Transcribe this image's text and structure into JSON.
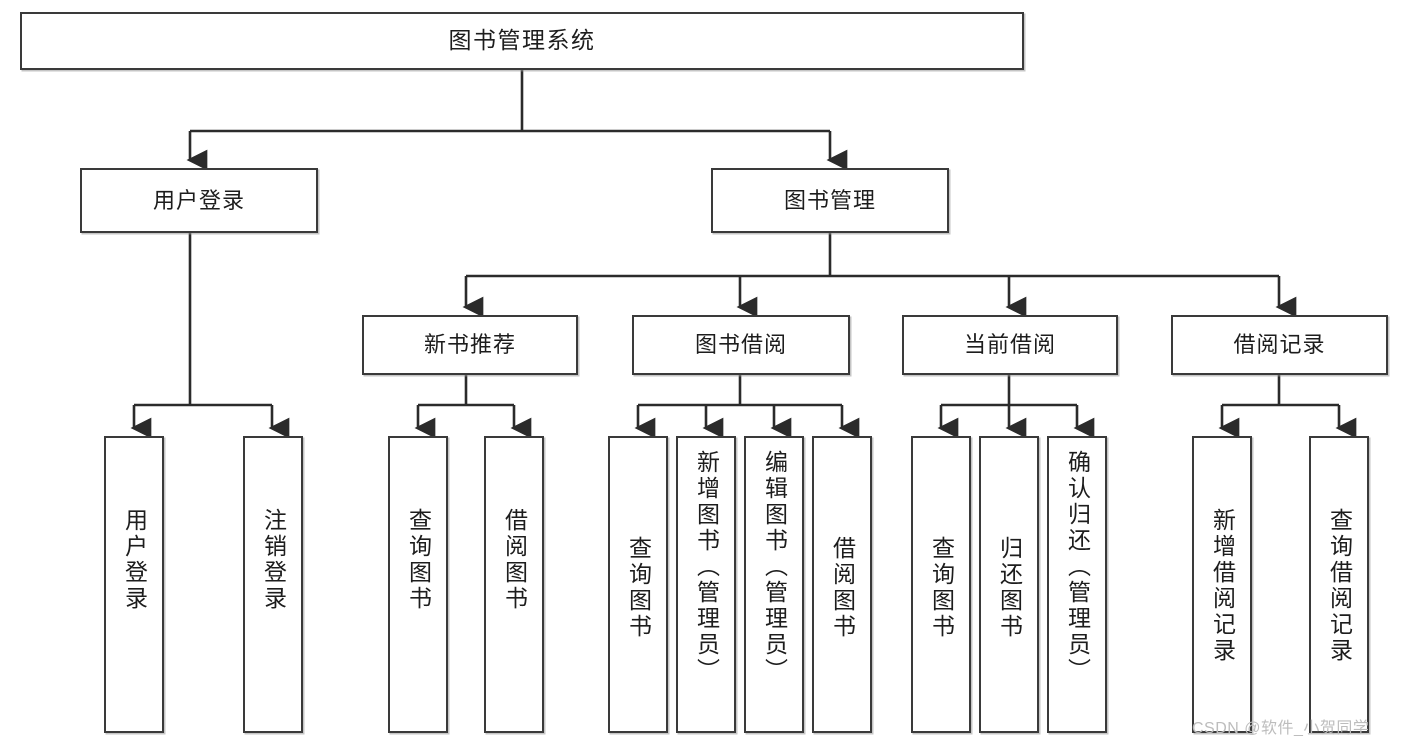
{
  "diagram": {
    "type": "tree-hierarchy",
    "title": "图书管理系统",
    "watermark": "CSDN @软件_小贺同学",
    "colors": {
      "box_border": "#3a3a3a",
      "box_fill": "#ffffff",
      "edge": "#2b2b2b",
      "text": "#1d1d1d",
      "watermark": "#bdbdbd"
    },
    "levels": {
      "root": {
        "label": "图书管理系统"
      },
      "level2": [
        {
          "label": "用户登录"
        },
        {
          "label": "图书管理"
        }
      ],
      "level3": [
        {
          "label": "新书推荐"
        },
        {
          "label": "图书借阅"
        },
        {
          "label": "当前借阅"
        },
        {
          "label": "借阅记录"
        }
      ],
      "leaves": {
        "user_login": [
          {
            "label": "用户登录"
          },
          {
            "label": "注销登录"
          }
        ],
        "new_book_recommend": [
          {
            "label": "查询图书"
          },
          {
            "label": "借阅图书"
          }
        ],
        "book_borrow": [
          {
            "label": "查询图书"
          },
          {
            "label": "新增图书（管理员）"
          },
          {
            "label": "编辑图书（管理员）"
          },
          {
            "label": "借阅图书"
          }
        ],
        "current_borrow": [
          {
            "label": "查询图书"
          },
          {
            "label": "归还图书"
          },
          {
            "label": "确认归还（管理员）"
          }
        ],
        "borrow_record": [
          {
            "label": "新增借阅记录"
          },
          {
            "label": "查询借阅记录"
          }
        ]
      }
    }
  }
}
